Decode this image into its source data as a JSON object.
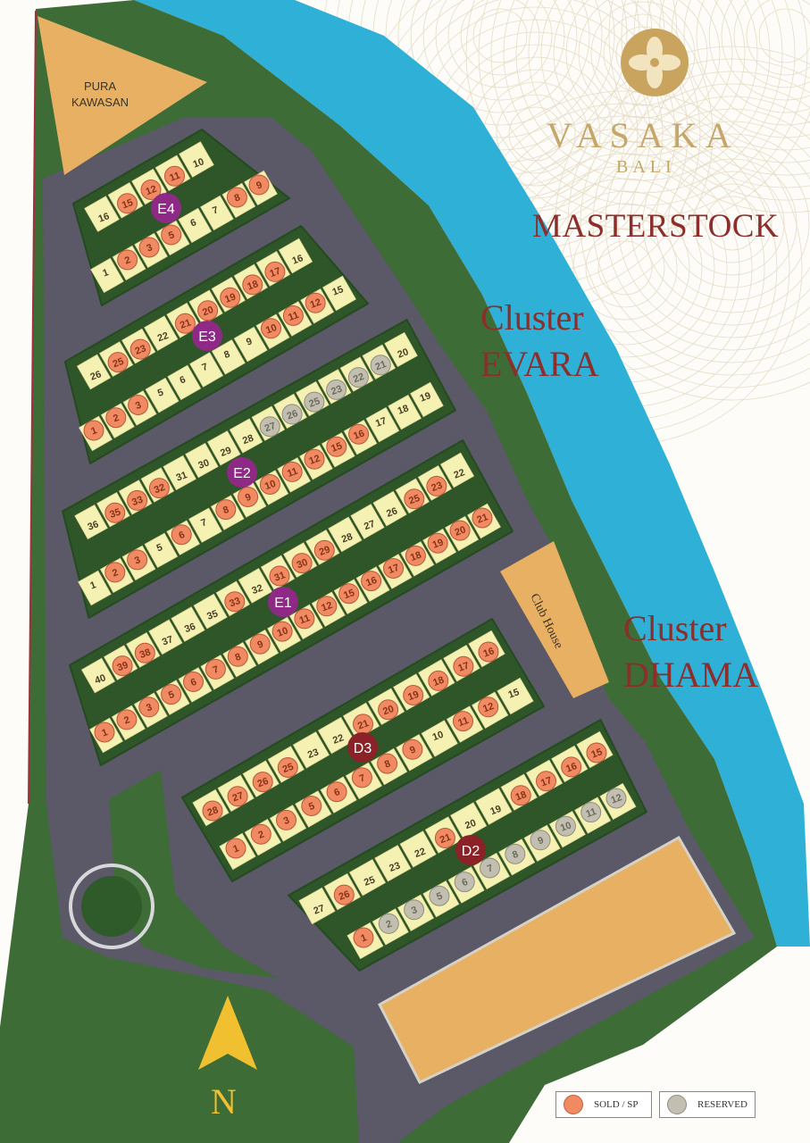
{
  "branding": {
    "name": "VASAKA",
    "sub": "BALI",
    "title": "MASTERSTOCK"
  },
  "labels": {
    "pura": [
      "PURA",
      "KAWASAN"
    ],
    "club_house": "Club House",
    "cluster_evara": [
      "Cluster",
      "EVARA"
    ],
    "cluster_dhama": [
      "Cluster",
      "DHAMA"
    ],
    "north": "N"
  },
  "legend": [
    {
      "label": "SOLD / SP",
      "color": "#f08a62"
    },
    {
      "label": "RESERVED",
      "color": "#c2bfb0"
    }
  ],
  "status_codes": {
    "S": "sold",
    "R": "reserved",
    "A": "available"
  },
  "colors": {
    "land": "#3e6c36",
    "block": "#2e5628",
    "lot": "#f5f1b2",
    "road": "#5b5868",
    "water": "#2fb0d6",
    "amenity": "#e8b062",
    "sold": "#f08a62",
    "reserved": "#c2bfb0",
    "cluster_e": "#8e2a86",
    "cluster_d": "#8a2228"
  },
  "clusters": [
    {
      "id": "E4",
      "rows": [
        [
          [
            "16",
            "A"
          ],
          [
            "15",
            "S"
          ],
          [
            "12",
            "S"
          ],
          [
            "11",
            "S"
          ],
          [
            "10",
            "A"
          ]
        ],
        [
          [
            "1",
            "A"
          ],
          [
            "2",
            "S"
          ],
          [
            "3",
            "S"
          ],
          [
            "5",
            "S"
          ],
          [
            "6",
            "A"
          ],
          [
            "7",
            "A"
          ],
          [
            "8",
            "S"
          ],
          [
            "9",
            "S"
          ]
        ]
      ]
    },
    {
      "id": "E3",
      "rows": [
        [
          [
            "26",
            "A"
          ],
          [
            "25",
            "S"
          ],
          [
            "23",
            "S"
          ],
          [
            "22",
            "A"
          ],
          [
            "21",
            "S"
          ],
          [
            "20",
            "S"
          ],
          [
            "19",
            "S"
          ],
          [
            "18",
            "S"
          ],
          [
            "17",
            "S"
          ],
          [
            "16",
            "A"
          ]
        ],
        [
          [
            "1",
            "S"
          ],
          [
            "2",
            "S"
          ],
          [
            "3",
            "S"
          ],
          [
            "5",
            "A"
          ],
          [
            "6",
            "A"
          ],
          [
            "7",
            "A"
          ],
          [
            "8",
            "A"
          ],
          [
            "9",
            "A"
          ],
          [
            "10",
            "S"
          ],
          [
            "11",
            "S"
          ],
          [
            "12",
            "S"
          ],
          [
            "15",
            "A"
          ]
        ]
      ]
    },
    {
      "id": "E2",
      "rows": [
        [
          [
            "36",
            "A"
          ],
          [
            "35",
            "S"
          ],
          [
            "33",
            "S"
          ],
          [
            "32",
            "S"
          ],
          [
            "31",
            "A"
          ],
          [
            "30",
            "A"
          ],
          [
            "29",
            "A"
          ],
          [
            "28",
            "A"
          ],
          [
            "27",
            "R"
          ],
          [
            "26",
            "R"
          ],
          [
            "25",
            "R"
          ],
          [
            "23",
            "R"
          ],
          [
            "22",
            "R"
          ],
          [
            "21",
            "R"
          ],
          [
            "20",
            "A"
          ]
        ],
        [
          [
            "1",
            "A"
          ],
          [
            "2",
            "S"
          ],
          [
            "3",
            "S"
          ],
          [
            "5",
            "A"
          ],
          [
            "6",
            "S"
          ],
          [
            "7",
            "A"
          ],
          [
            "8",
            "S"
          ],
          [
            "9",
            "S"
          ],
          [
            "10",
            "S"
          ],
          [
            "11",
            "S"
          ],
          [
            "12",
            "S"
          ],
          [
            "15",
            "S"
          ],
          [
            "16",
            "S"
          ],
          [
            "17",
            "A"
          ],
          [
            "18",
            "A"
          ],
          [
            "19",
            "A"
          ]
        ]
      ]
    },
    {
      "id": "E1",
      "rows": [
        [
          [
            "40",
            "A"
          ],
          [
            "39",
            "S"
          ],
          [
            "38",
            "S"
          ],
          [
            "37",
            "A"
          ],
          [
            "36",
            "A"
          ],
          [
            "35",
            "A"
          ],
          [
            "33",
            "S"
          ],
          [
            "32",
            "A"
          ],
          [
            "31",
            "S"
          ],
          [
            "30",
            "S"
          ],
          [
            "29",
            "S"
          ],
          [
            "28",
            "A"
          ],
          [
            "27",
            "A"
          ],
          [
            "26",
            "A"
          ],
          [
            "25",
            "S"
          ],
          [
            "23",
            "S"
          ],
          [
            "22",
            "A"
          ]
        ],
        [
          [
            "1",
            "S"
          ],
          [
            "2",
            "S"
          ],
          [
            "3",
            "S"
          ],
          [
            "5",
            "S"
          ],
          [
            "6",
            "S"
          ],
          [
            "7",
            "S"
          ],
          [
            "8",
            "S"
          ],
          [
            "9",
            "S"
          ],
          [
            "10",
            "S"
          ],
          [
            "11",
            "S"
          ],
          [
            "12",
            "S"
          ],
          [
            "15",
            "S"
          ],
          [
            "16",
            "S"
          ],
          [
            "17",
            "S"
          ],
          [
            "18",
            "S"
          ],
          [
            "19",
            "S"
          ],
          [
            "20",
            "S"
          ],
          [
            "21",
            "S"
          ]
        ]
      ]
    },
    {
      "id": "D3",
      "rows": [
        [
          [
            "28",
            "S"
          ],
          [
            "27",
            "S"
          ],
          [
            "26",
            "S"
          ],
          [
            "25",
            "S"
          ],
          [
            "23",
            "A"
          ],
          [
            "22",
            "A"
          ],
          [
            "21",
            "S"
          ],
          [
            "20",
            "S"
          ],
          [
            "19",
            "S"
          ],
          [
            "18",
            "S"
          ],
          [
            "17",
            "S"
          ],
          [
            "16",
            "S"
          ]
        ],
        [
          [
            "1",
            "S"
          ],
          [
            "2",
            "S"
          ],
          [
            "3",
            "S"
          ],
          [
            "5",
            "S"
          ],
          [
            "6",
            "S"
          ],
          [
            "7",
            "S"
          ],
          [
            "8",
            "S"
          ],
          [
            "9",
            "S"
          ],
          [
            "10",
            "A"
          ],
          [
            "11",
            "S"
          ],
          [
            "12",
            "S"
          ],
          [
            "15",
            "A"
          ]
        ]
      ]
    },
    {
      "id": "D2",
      "rows": [
        [
          [
            "27",
            "A"
          ],
          [
            "26",
            "S"
          ],
          [
            "25",
            "A"
          ],
          [
            "23",
            "A"
          ],
          [
            "22",
            "A"
          ],
          [
            "21",
            "S"
          ],
          [
            "20",
            "A"
          ],
          [
            "19",
            "A"
          ],
          [
            "18",
            "S"
          ],
          [
            "17",
            "S"
          ],
          [
            "16",
            "S"
          ],
          [
            "15",
            "S"
          ]
        ],
        [
          [
            "1",
            "S"
          ],
          [
            "2",
            "R"
          ],
          [
            "3",
            "R"
          ],
          [
            "5",
            "R"
          ],
          [
            "6",
            "R"
          ],
          [
            "7",
            "R"
          ],
          [
            "8",
            "R"
          ],
          [
            "9",
            "R"
          ],
          [
            "10",
            "R"
          ],
          [
            "11",
            "R"
          ],
          [
            "12",
            "R"
          ]
        ]
      ]
    }
  ]
}
